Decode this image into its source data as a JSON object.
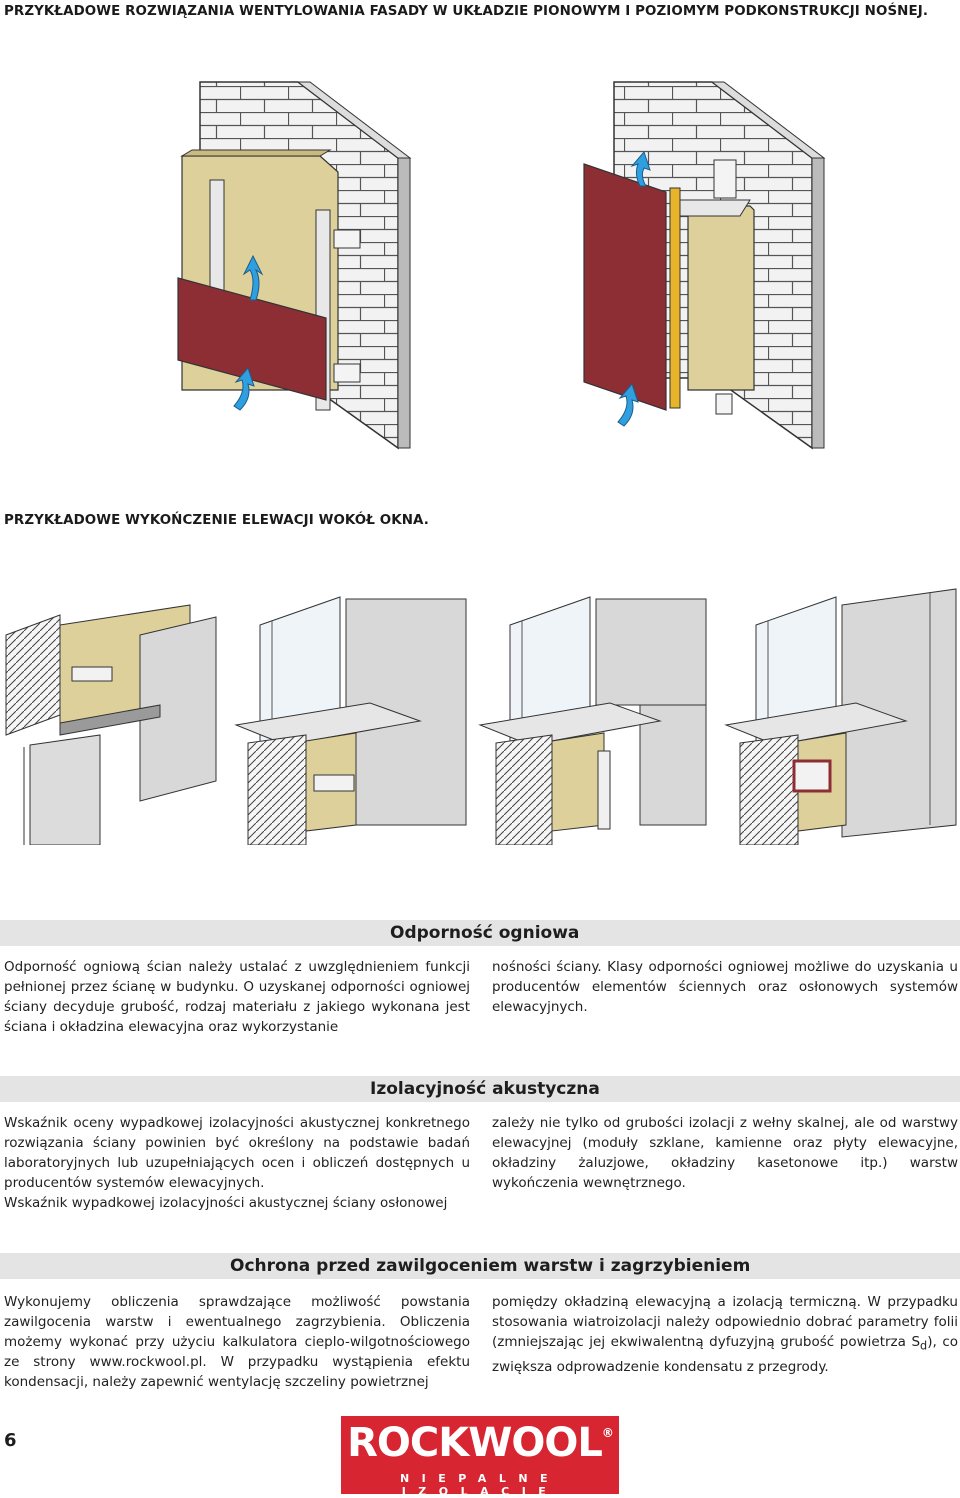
{
  "headings": {
    "ventilation": "PRZYKŁADOWE ROZWIĄZANIA WENTYLOWANIA FASADY W UKŁADZIE PIONOWYM I POZIOMYM PODKONSTRUKCJI NOŚNEJ.",
    "window": "PRZYKŁADOWE WYKOŃCZENIE ELEWACJI WOKÓŁ OKNA."
  },
  "colors": {
    "brick": "#f2f2f2",
    "mortar": "#555555",
    "insulation": "#ddd09a",
    "cladding_red": "#8d2e34",
    "rail_yellow": "#e8b42a",
    "arrow_blue": "#2f9fe0",
    "panel_grey": "#d8d8d8",
    "band_grey": "#e4e4e4",
    "logo_red": "#d72631"
  },
  "sections": {
    "fire": {
      "title": "Odporność ogniowa",
      "col1": "Odporność ogniową ścian należy ustalać z uwzględnieniem funkcji pełnionej przez ścianę w budynku. O uzyskanej odporności ogniowej ściany decyduje grubość, rodzaj materiału z jakiego wykonana jest ściana i okładzina elewacyjna oraz wykorzystanie",
      "col2": "nośności ściany. Klasy odporności ogniowej możliwe do uzyskania u producentów elementów ściennych oraz osłonowych systemów elewacyjnych."
    },
    "acoustic": {
      "title": "Izolacyjność akustyczna",
      "col1": "Wskaźnik oceny wypadkowej izolacyjności akustycznej konkretnego rozwiązania ściany powinien być określony na podstawie badań laboratoryjnych lub uzupełniających ocen i obliczeń dostępnych u producentów systemów elewacyjnych.",
      "col1b": "Wskaźnik wypadkowej izolacyjności akustycznej ściany osłonowej",
      "col2": "zależy nie tylko od grubości izolacji z wełny skalnej, ale od warstwy elewacyjnej (moduły szklane, kamienne oraz płyty elewacyjne, okładziny żaluzjowe, okładziny kasetonowe itp.) warstw wykończenia wewnętrznego."
    },
    "moisture": {
      "title": "Ochrona przed zawilgoceniem warstw i zagrzybieniem",
      "col1": "Wykonujemy obliczenia sprawdzające możliwość powstania zawilgocenia warstw i ewentualnego zagrzybienia. Obliczenia możemy wykonać przy użyciu kalkulatora cieplo-wilgotnościowego ze strony www.rockwool.pl. W przypadku wystąpienia efektu kondensacji, należy zapewnić wentylację szczeliny powietrznej",
      "col2_pre": "pomiędzy okładziną elewacyjną a izolacją termiczną. W przypadku stosowania wiatroizolacji należy odpowiednio dobrać parametry folii (zmniejszając jej ekwiwalentną dyfuzyjną grubość powietrza S",
      "col2_sub": "d",
      "col2_post": "), co zwiększa odprowadzenie kondensatu z przegrody."
    }
  },
  "footer": {
    "page_number": "6",
    "logo_word": "ROCKWOOL",
    "logo_registered": "®",
    "logo_tagline": "NIEPALNE IZOLACJE"
  }
}
